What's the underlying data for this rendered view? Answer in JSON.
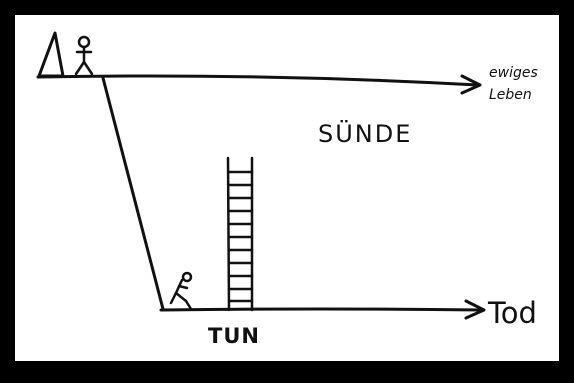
{
  "labels": {
    "eternal_life_line1": "ewiges",
    "eternal_life_line2": "Leben",
    "sin": "SÜNDE",
    "doing": "TUN",
    "death": "Tod"
  },
  "colors": {
    "frame": "#000000",
    "paper": "#ffffff",
    "ink": "#111111"
  },
  "icons": {
    "triangle": "triangle-icon",
    "person_top": "stick-figure-icon",
    "person_bottom": "kneeling-figure-icon",
    "ladder": "ladder-icon"
  }
}
